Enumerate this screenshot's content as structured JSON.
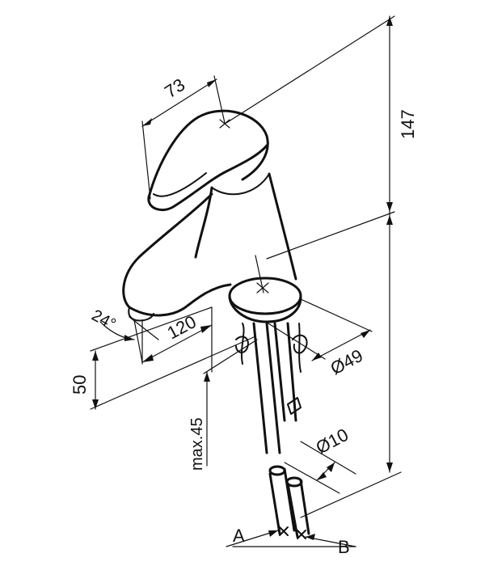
{
  "dimensions": {
    "handle_length": "73",
    "total_height": "147",
    "spout_reach": "120",
    "spout_angle": "24°",
    "spout_height": "50",
    "base_diameter": "Ø49",
    "deck_thickness": "max.45",
    "pipe_diameter": "Ø10"
  },
  "connections": {
    "a": "A",
    "b": "B"
  }
}
